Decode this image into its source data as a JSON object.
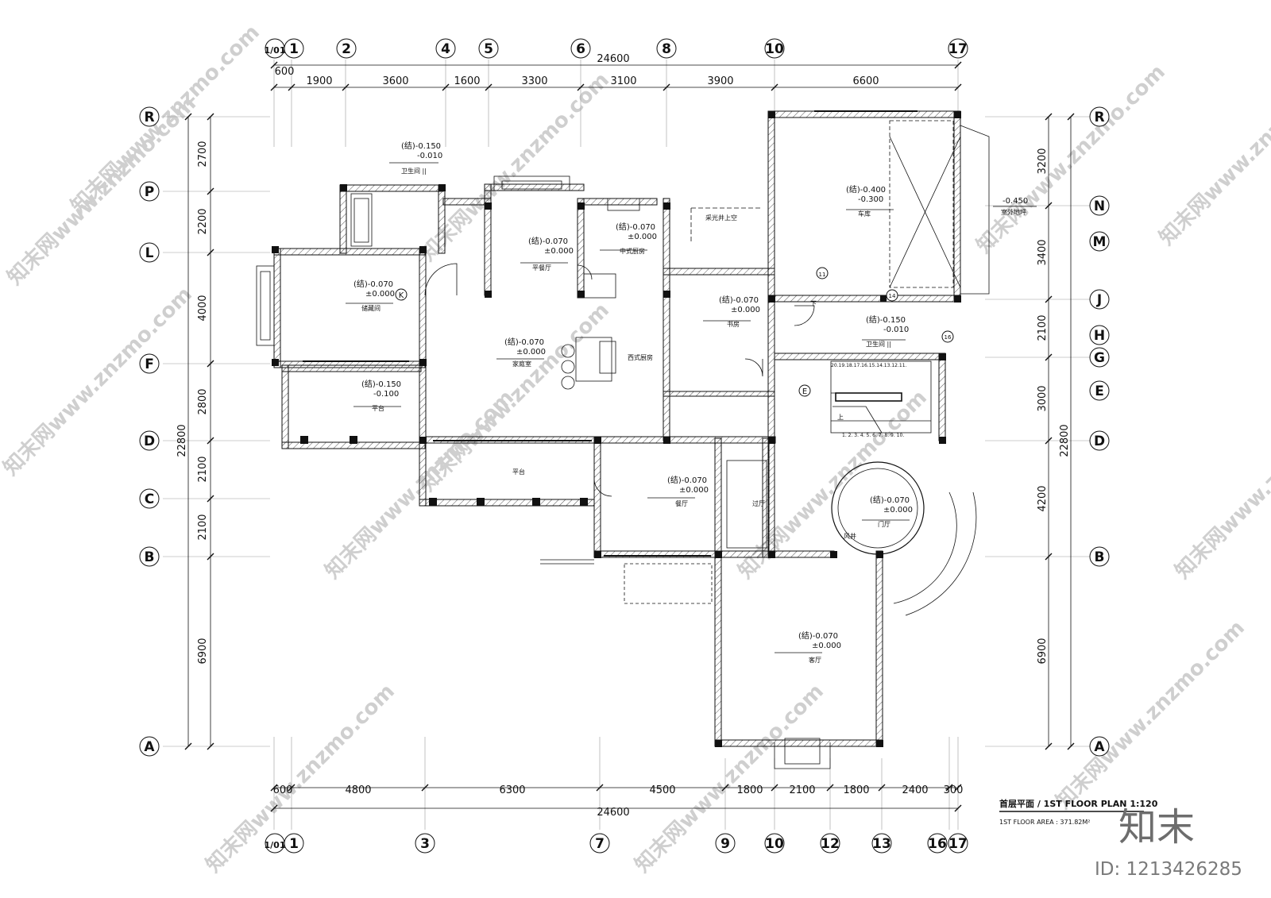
{
  "grid": {
    "top_numbers": [
      "1/01",
      "1",
      "2",
      "4",
      "5",
      "6",
      "8",
      "10",
      "17"
    ],
    "bottom_numbers": [
      "1/01",
      "1",
      "3",
      "7",
      "9",
      "10",
      "12",
      "13",
      "16",
      "17"
    ],
    "left_letters": [
      "R",
      "P",
      "L",
      "F",
      "D",
      "C",
      "B",
      "A"
    ],
    "right_letters": [
      "R",
      "N",
      "M",
      "J",
      "H",
      "G",
      "E",
      "D",
      "B",
      "A"
    ]
  },
  "dimensions": {
    "top_total": "24600",
    "top_segments": [
      "600",
      "1900",
      "3600",
      "1600",
      "3300",
      "3100",
      "3900",
      "6600"
    ],
    "bottom_segments": [
      "600",
      "4800",
      "6300",
      "4500",
      "1800",
      "2100",
      "1800",
      "2400",
      "300"
    ],
    "bottom_total": "24600",
    "left_segments": [
      "2700",
      "2200",
      "4000",
      "2800",
      "2100",
      "2100",
      "6900"
    ],
    "left_total": "22800",
    "right_segments": [
      "3200",
      "3400",
      "2100",
      "3000",
      "4200",
      "6900"
    ],
    "right_total": "22800"
  },
  "rooms": [
    {
      "name": "卫生间 ||",
      "level": "(结)-0.150",
      "finish": "-0.010"
    },
    {
      "name": "平餐厅",
      "level": "(结)-0.070",
      "finish": "±0.000"
    },
    {
      "name": "中式厨房",
      "level": "(结)-0.070",
      "finish": "±0.000"
    },
    {
      "name": "采光井上空",
      "level": "",
      "finish": ""
    },
    {
      "name": "车库",
      "level": "(结)-0.400",
      "finish": "-0.300"
    },
    {
      "name": "室外地坪",
      "level": "-0.450",
      "finish": ""
    },
    {
      "name": "储藏间",
      "level": "(结)-0.070",
      "finish": "±0.000"
    },
    {
      "name": "家庭室",
      "level": "(结)-0.070",
      "finish": "±0.000"
    },
    {
      "name": "西式厨房",
      "level": "",
      "finish": ""
    },
    {
      "name": "书房",
      "level": "(结)-0.070",
      "finish": "±0.000"
    },
    {
      "name": "卫生间 ||",
      "level": "(结)-0.150",
      "finish": "-0.010"
    },
    {
      "name": "平台",
      "level": "(结)-0.150",
      "finish": "-0.100"
    },
    {
      "name": "平台",
      "level": "",
      "finish": ""
    },
    {
      "name": "餐厅",
      "level": "(结)-0.070",
      "finish": "±0.000"
    },
    {
      "name": "过厅",
      "level": "",
      "finish": ""
    },
    {
      "name": "门厅",
      "level": "(结)-0.070",
      "finish": "±0.000"
    },
    {
      "name": "风井",
      "level": "",
      "finish": ""
    },
    {
      "name": "客厅",
      "level": "(结)-0.070",
      "finish": "±0.000"
    }
  ],
  "markers": {
    "k": "K",
    "e": "E",
    "c11": "11",
    "c14": "14",
    "c16": "16",
    "down1": "下",
    "up1": "上"
  },
  "stair_numbers_top": "20.19.18.17.16.15.14.13.12.11.",
  "stair_numbers_bottom": "1. 2. 3. 4. 5. 6. 7. 8. 9. 10.",
  "title": "首层平面 / 1ST FLOOR PLAN  1:120",
  "area_note": "1ST FLOOR AREA : 371.82M²",
  "watermark": {
    "text": "知末网www.znzmo.com",
    "logo": "知末",
    "id": "ID: 1213426285"
  },
  "colors": {
    "line": "#111111",
    "hatch": "#555555",
    "watermark": "#cfcfcf"
  }
}
